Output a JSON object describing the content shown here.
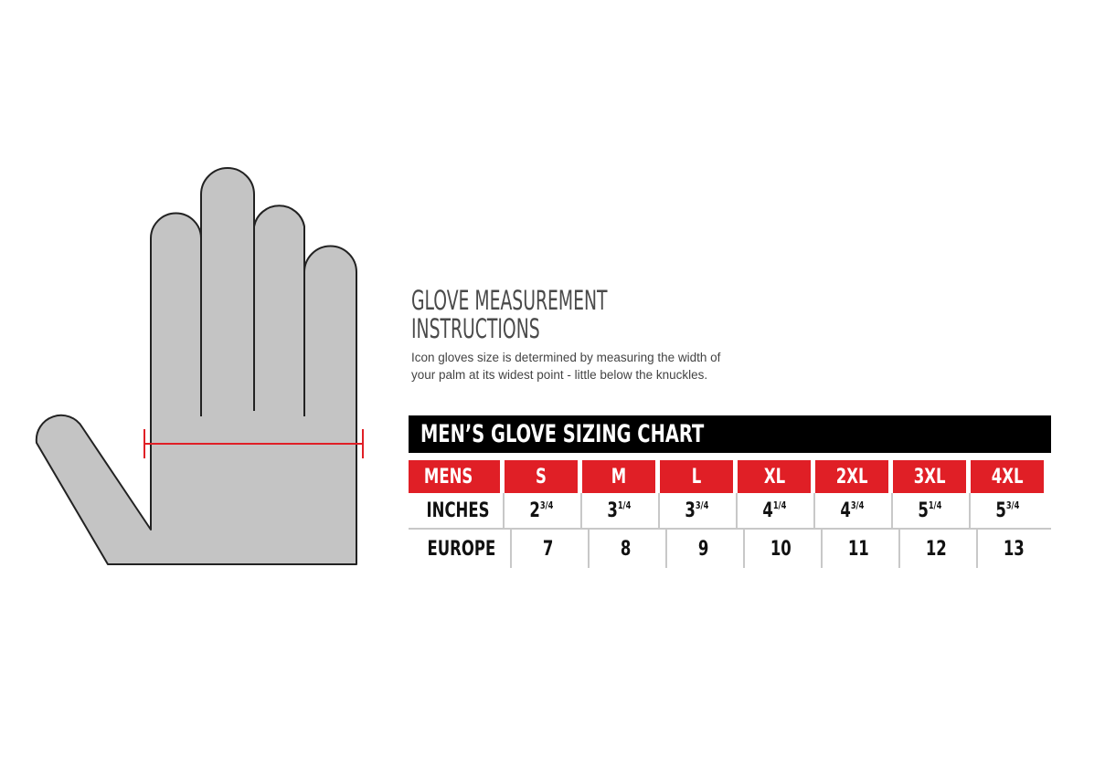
{
  "instructions": {
    "title_line1": "GLOVE MEASUREMENT",
    "title_line2": "INSTRUCTIONS",
    "description": "Icon gloves size is determined by measuring the width of your palm at its widest point -  little below the knuckles."
  },
  "chart": {
    "title": "MEN’S GLOVE SIZING CHART",
    "header_label": "MENS",
    "sizes": [
      "S",
      "M",
      "L",
      "XL",
      "2XL",
      "3XL",
      "4XL"
    ],
    "inches_label": "INCHES",
    "inches": [
      {
        "whole": "2",
        "frac": "3/4"
      },
      {
        "whole": "3",
        "frac": "1/4"
      },
      {
        "whole": "3",
        "frac": "3/4"
      },
      {
        "whole": "4",
        "frac": "1/4"
      },
      {
        "whole": "4",
        "frac": "3/4"
      },
      {
        "whole": "5",
        "frac": "1/4"
      },
      {
        "whole": "5",
        "frac": "3/4"
      }
    ],
    "europe_label": "EUROPE",
    "europe": [
      "7",
      "8",
      "9",
      "10",
      "11",
      "12",
      "13"
    ]
  },
  "colors": {
    "accent": "#e01f26",
    "hand_fill": "#c4c4c4",
    "measure_line": "#e01f26"
  }
}
